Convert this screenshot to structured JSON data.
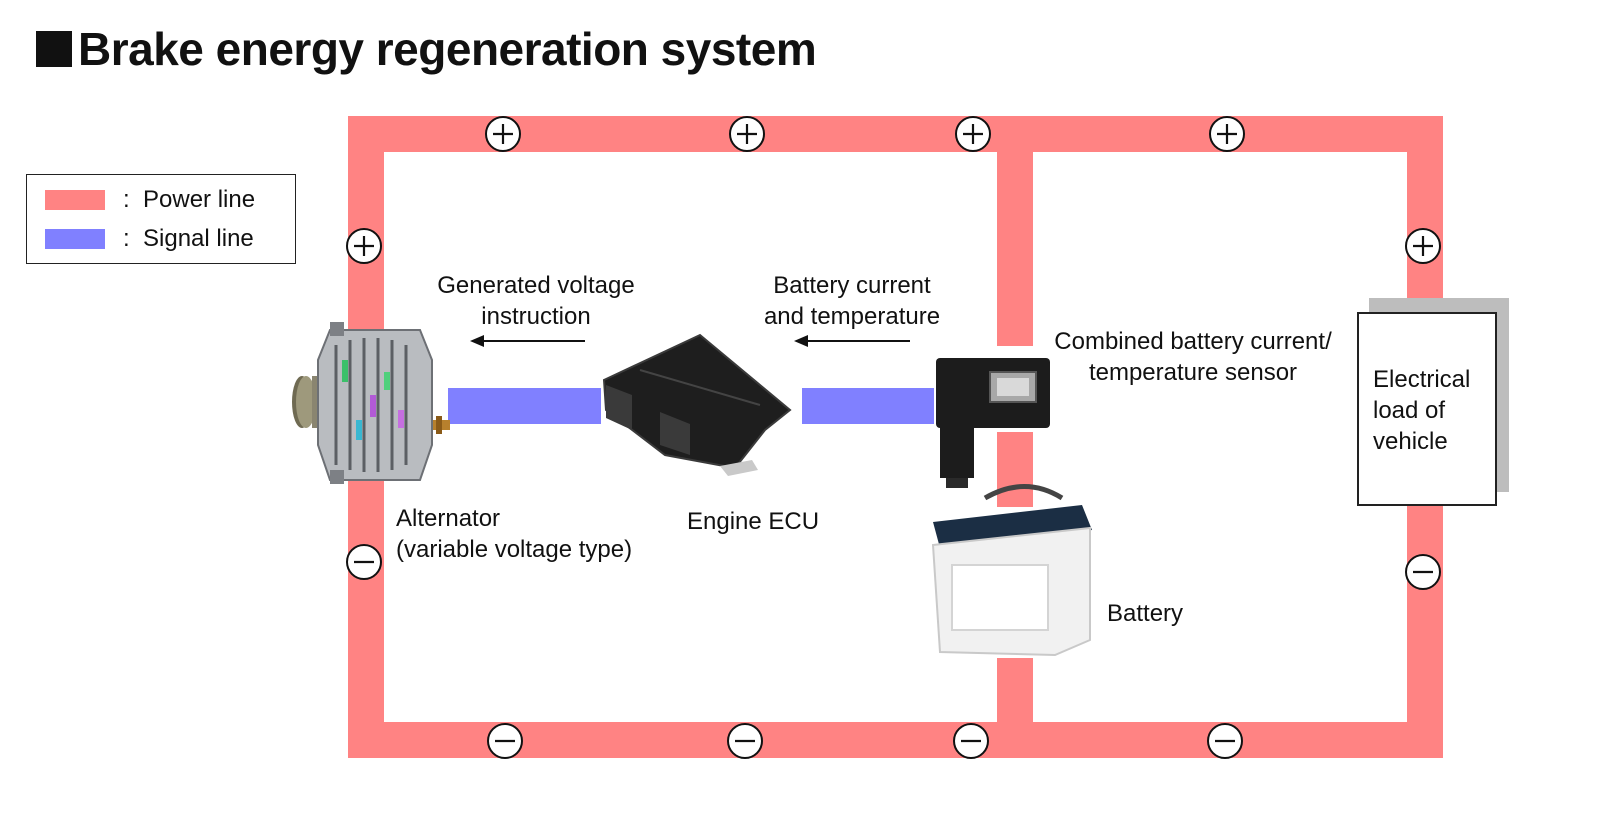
{
  "title": "Brake energy regeneration system",
  "legend": {
    "power": {
      "label": "Power line",
      "color": "#ff8383"
    },
    "signal": {
      "label": "Signal line",
      "color": "#8080ff"
    },
    "separator": ":"
  },
  "labels": {
    "generated_voltage": [
      "Generated voltage",
      "instruction"
    ],
    "battery_current": [
      "Battery current",
      "and temperature"
    ],
    "sensor": [
      "Combined battery current/",
      "temperature sensor"
    ],
    "alternator": [
      "Alternator",
      "(variable voltage type)"
    ],
    "engine_ecu": "Engine ECU",
    "battery": "Battery",
    "electrical_load": [
      "Electrical",
      "load of",
      "vehicle"
    ]
  },
  "icons": {
    "plus": "plus-terminal-icon",
    "minus": "minus-terminal-icon",
    "arrow": "arrow-left-icon",
    "alternator": "alternator-icon",
    "ecu": "engine-ecu-icon",
    "sensor": "current-sensor-icon",
    "battery": "battery-icon"
  }
}
